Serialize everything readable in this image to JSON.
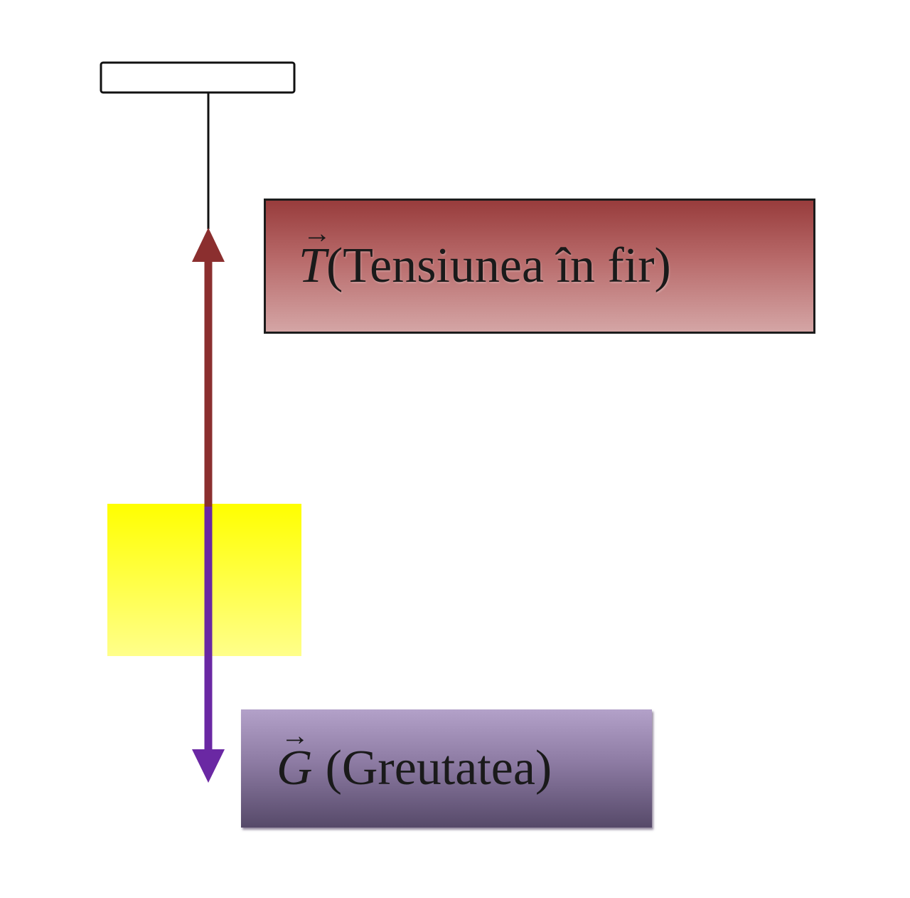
{
  "tension": {
    "symbol": "T",
    "arrow": "⃗",
    "text": "(Tensiunea în fir)",
    "color": "#8b2f2f"
  },
  "weight": {
    "symbol": "G",
    "arrow": "⃗",
    "text": "(Greutatea)",
    "color": "#6a28a3"
  },
  "colors": {
    "support": "#ffffff",
    "body": "#ffff00",
    "tension_arrow": "#8b2f2f",
    "weight_arrow": "#6a28a3"
  }
}
